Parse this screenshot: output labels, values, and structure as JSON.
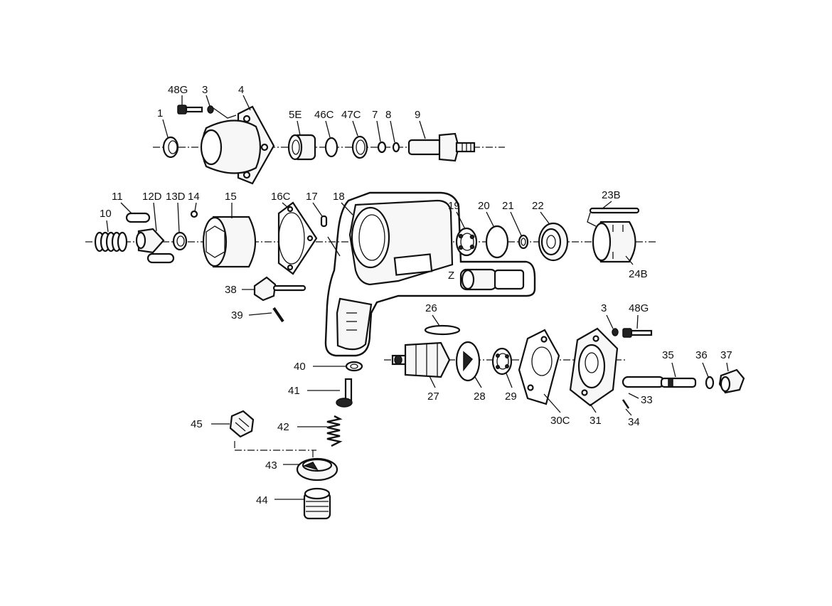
{
  "diagram": {
    "labels": {
      "p1": "1",
      "p48g_top": "48G",
      "p3_top": "3",
      "p4": "4",
      "p5e": "5E",
      "p46c": "46C",
      "p47c": "47C",
      "p7": "7",
      "p8": "8",
      "p9": "9",
      "p11": "11",
      "p12d": "12D",
      "p13d": "13D",
      "p14": "14",
      "p10": "10",
      "p15": "15",
      "p16c": "16C",
      "p17": "17",
      "p18": "18",
      "p19": "19",
      "p20": "20",
      "p21": "21",
      "p22": "22",
      "p23b": "23B",
      "p24b": "24B",
      "p38": "38",
      "p39": "39",
      "p26": "26",
      "p3_right": "3",
      "p48g_right": "48G",
      "p40": "40",
      "p27": "27",
      "p28": "28",
      "p29": "29",
      "p30c": "30C",
      "p31": "31",
      "p35": "35",
      "p36": "36",
      "p37": "37",
      "p33": "33",
      "p34": "34",
      "p41": "41",
      "p42": "42",
      "p45": "45",
      "p43": "43",
      "p44": "44",
      "housing_mark": "Z"
    }
  }
}
